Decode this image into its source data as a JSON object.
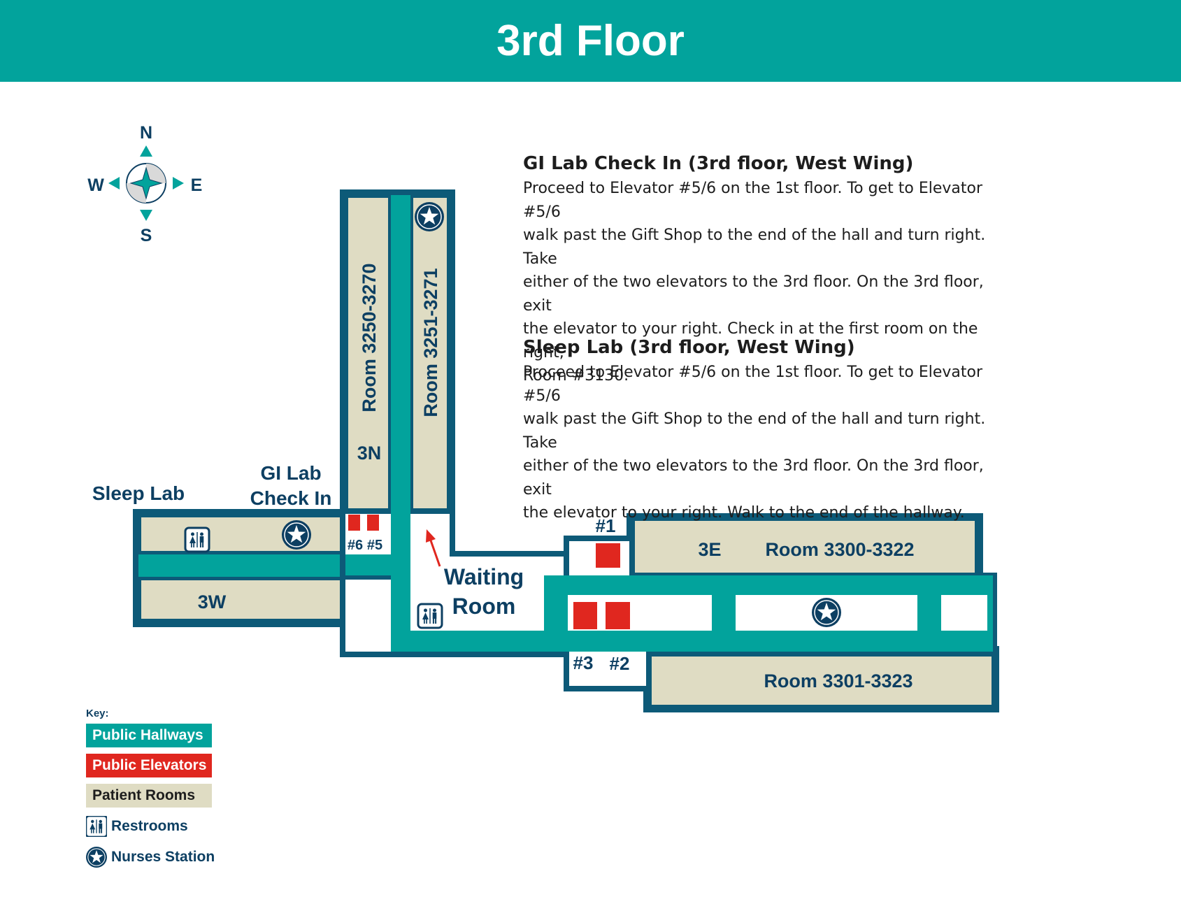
{
  "title": "3rd Floor",
  "compass": {
    "north": "N",
    "south": "S",
    "east": "E",
    "west": "W"
  },
  "instructions": [
    {
      "heading": "GI Lab Check In (3rd floor, West Wing)",
      "lines": [
        "Proceed to Elevator #5/6 on the 1st floor. To get to Elevator #5/6",
        "walk past the Gift Shop to the end of the hall and turn right.  Take",
        "either of the two elevators to the 3rd floor. On the 3rd floor, exit",
        "the elevator to your right. Check in at the first room on the right,",
        "Room #3130."
      ]
    },
    {
      "heading": "Sleep Lab (3rd floor, West Wing)",
      "lines": [
        "Proceed to Elevator #5/6 on the 1st floor. To get to Elevator #5/6",
        "walk past the Gift Shop to the end of the hall and turn right. Take",
        "either of the two elevators to the 3rd floor. On the 3rd floor, exit",
        "the elevator to your right. Walk to the end of the hallway."
      ]
    }
  ],
  "map": {
    "wing_3n": "3N",
    "wing_3w": "3W",
    "wing_3e": "3E",
    "room_3250": "Room 3250-3270",
    "room_3251": "Room 3251-3271",
    "room_3300": "Room 3300-3322",
    "room_3301": "Room 3301-3323",
    "sleep_lab": "Sleep Lab",
    "gi_lab_line1": "GI Lab",
    "gi_lab_line2": "Check In",
    "waiting_line1": "Waiting",
    "waiting_line2": "Room",
    "elev_6": "#6",
    "elev_5": "#5",
    "elev_1": "#1",
    "elev_2": "#2",
    "elev_3": "#3"
  },
  "key": {
    "title": "Key:",
    "hallways": "Public Hallways",
    "elevators": "Public Elevators",
    "rooms": "Patient Rooms",
    "restrooms": "Restrooms",
    "nurses": "Nurses Station"
  },
  "colors": {
    "teal": "#02a39c",
    "navy": "#0d5a78",
    "elevator_red": "#e0271f",
    "room_beige": "#dfdcc3",
    "label_navy": "#0d3f62"
  },
  "icons": {
    "restroom": "restroom-icon",
    "nurse": "star-icon",
    "compass": "compass-icon",
    "arrow": "arrow-icon"
  }
}
